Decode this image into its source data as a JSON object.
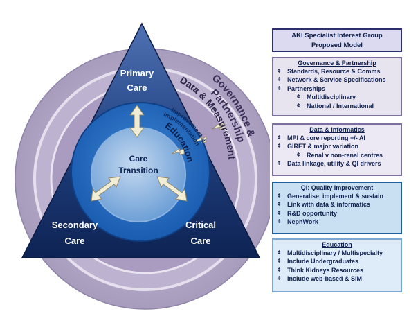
{
  "diagram": {
    "primary": [
      "Primary",
      "Care"
    ],
    "secondary": [
      "Secondary",
      "Care"
    ],
    "critical": [
      "Critical",
      "Care"
    ],
    "center": [
      "Care",
      "Transition"
    ],
    "ring_governance": "Governance &",
    "ring_partnership": "Partnership",
    "ring_data": "Data & Measurement",
    "ring_improvement_1": "Improvement &",
    "ring_improvement_2": "Implementation",
    "ring_education": "Education"
  },
  "panels": {
    "title": {
      "line1": "AKI Specialist Interest Group",
      "line2": "Proposed Model"
    },
    "governance": {
      "heading": "Governance & Partnership",
      "items": [
        {
          "text": "Standards, Resource & Comms",
          "sub": false
        },
        {
          "text": "Network & Service Specifications",
          "sub": false
        },
        {
          "text": "Partnerships",
          "sub": false
        },
        {
          "text": "Multidisciplinary",
          "sub": true
        },
        {
          "text": "National / International",
          "sub": true
        }
      ]
    },
    "data": {
      "heading": "Data & Informatics",
      "items": [
        {
          "text": "MPI & core reporting +/- AI",
          "sub": false
        },
        {
          "text": "GIRFT & major variation",
          "sub": false
        },
        {
          "text": "Renal v non-renal centres",
          "sub": true
        },
        {
          "text": "Data linkage, utility & QI drivers",
          "sub": false
        }
      ]
    },
    "qi": {
      "heading": "QI: Quality Improvement",
      "items": [
        {
          "text": "Generalise, implement & sustain",
          "sub": false
        },
        {
          "text": "Link with data & informatics",
          "sub": false
        },
        {
          "text": "R&D opportunity",
          "sub": false
        },
        {
          "text": "NephWork",
          "sub": false
        }
      ]
    },
    "education": {
      "heading": "Education",
      "items": [
        {
          "text": "Multidisciplinary / Multispecialty",
          "sub": false
        },
        {
          "text": "Include Undergraduates",
          "sub": false
        },
        {
          "text": "Think Kidneys Resources",
          "sub": false
        },
        {
          "text": "Include web-based & SIM",
          "sub": false
        }
      ]
    },
    "bullet_glyph": "¢"
  }
}
